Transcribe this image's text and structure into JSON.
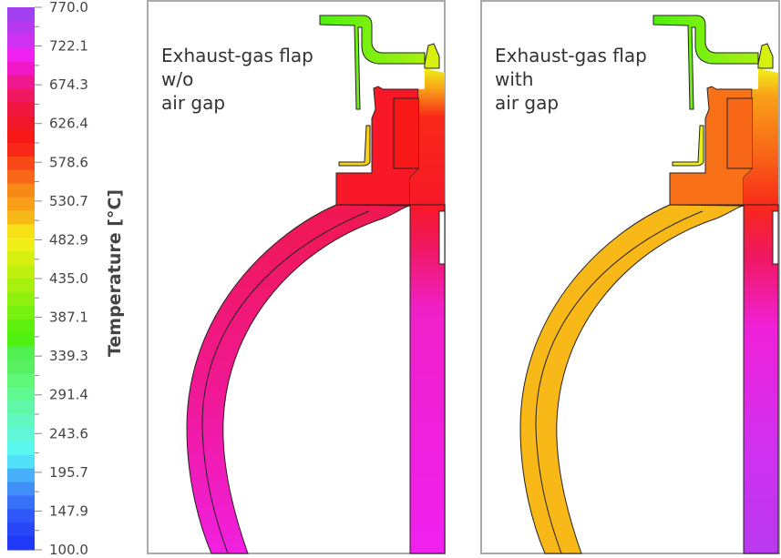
{
  "colorbar": {
    "title": "Temperature [°C]",
    "min": 100.0,
    "max": 770.0,
    "tick_labels": [
      "770.0",
      "722.1",
      "674.3",
      "626.4",
      "578.6",
      "530.7",
      "482.9",
      "435.0",
      "387.1",
      "339.3",
      "291.4",
      "243.6",
      "195.7",
      "147.9",
      "100.0"
    ],
    "band_colors_top_to_bottom": [
      "#a040f0",
      "#b838f0",
      "#d030f0",
      "#f020f0",
      "#f018c8",
      "#f01890",
      "#f01860",
      "#f01840",
      "#f01828",
      "#f81818",
      "#f82818",
      "#f84818",
      "#f86818",
      "#f88818",
      "#f8a018",
      "#f8b818",
      "#f8e018",
      "#f0f018",
      "#d8f010",
      "#c0f010",
      "#a8f010",
      "#90f010",
      "#78f010",
      "#60f010",
      "#50f010",
      "#50f050",
      "#58f060",
      "#60f878",
      "#60f890",
      "#60f8a8",
      "#60f8c0",
      "#60f8d8",
      "#58f8f0",
      "#50e0f8",
      "#48b0f8",
      "#4090f8",
      "#3870f8",
      "#3058f8",
      "#2848f8",
      "#2038f8"
    ]
  },
  "panels": [
    {
      "label_lines": [
        "Exhaust-gas flap",
        "w/o",
        "air gap"
      ]
    },
    {
      "label_lines": [
        "Exhaust-gas flap",
        "with",
        "air gap"
      ]
    }
  ]
}
